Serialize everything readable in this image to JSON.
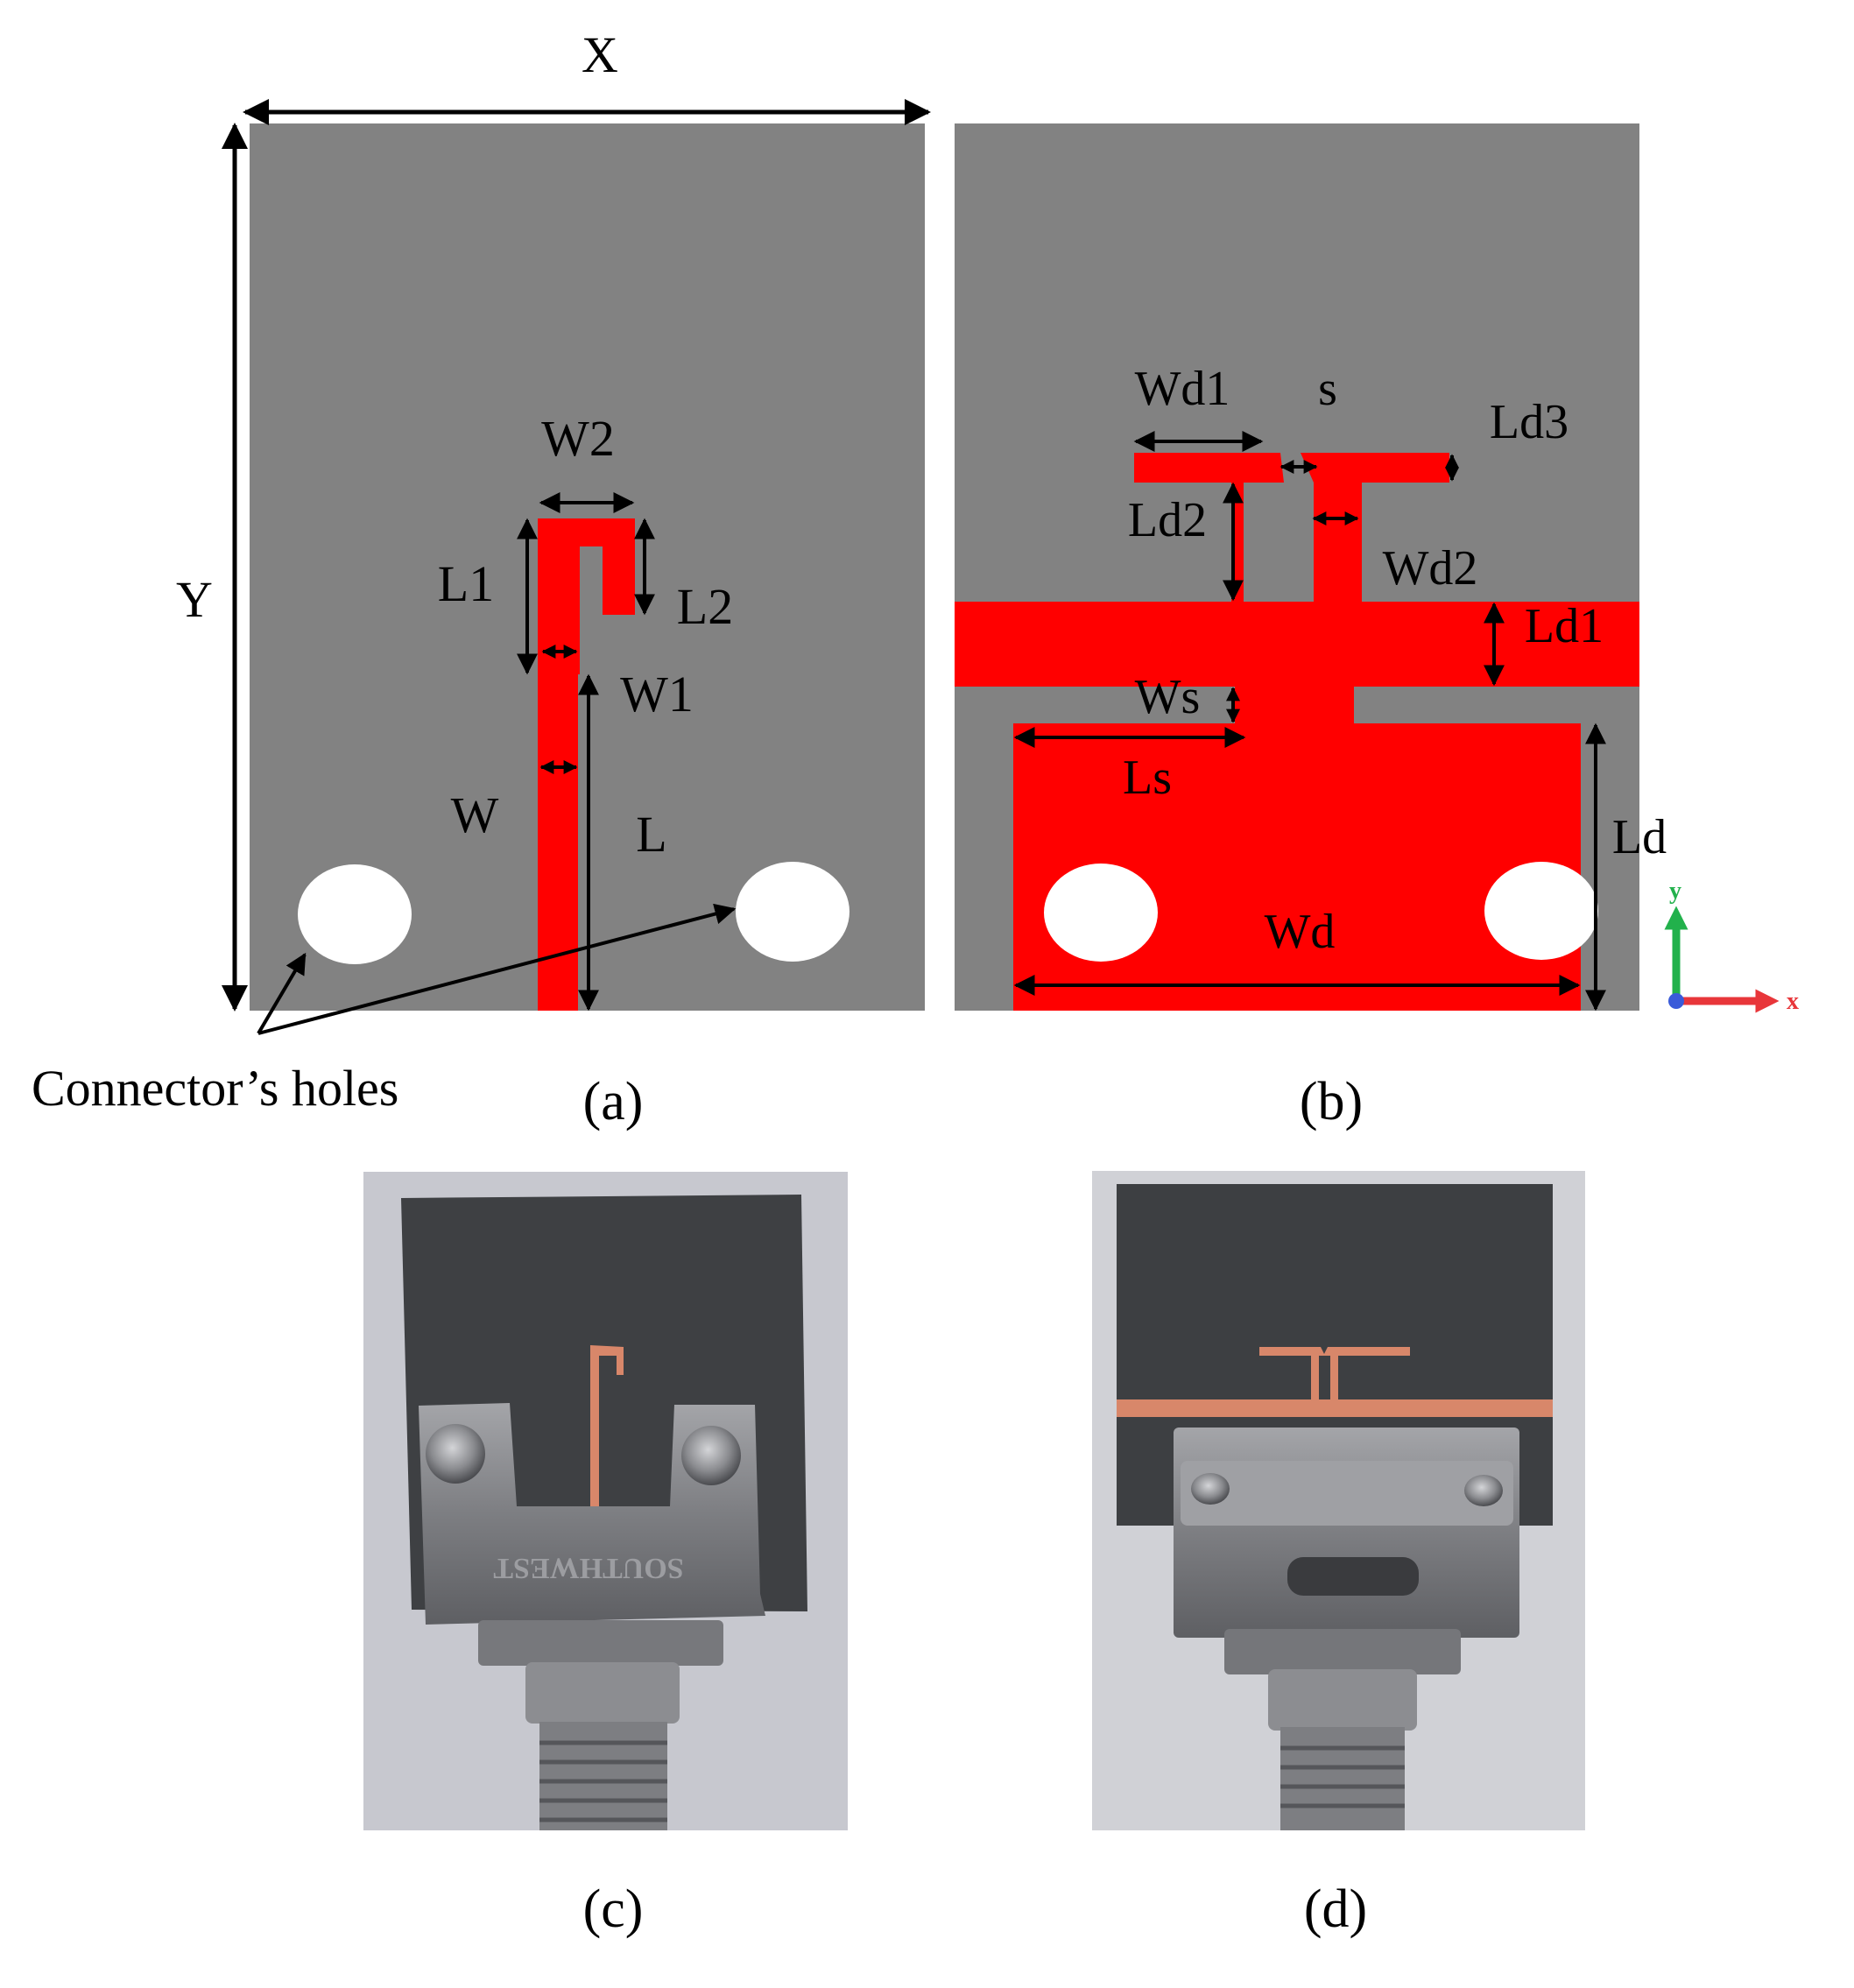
{
  "colors": {
    "substrate": "#828282",
    "copper_red": "#ff0000",
    "hole": "#ffffff",
    "arrow": "#000000",
    "axis_y": "#22b14c",
    "axis_x": "#e8363a",
    "axis_z": "#3a5bd9",
    "photo_bg": "#c7c8cf",
    "board_dark": "#3e4043",
    "copper_photo": "#d8876a",
    "metal": "#8b8c90"
  },
  "panel_a": {
    "caption": "(a)",
    "dims": {
      "X": "X",
      "Y": "Y",
      "W2": "W2",
      "L1": "L1",
      "L2": "L2",
      "W1": "W1",
      "W": "W",
      "L": "L"
    },
    "callout": "Connector’s holes"
  },
  "panel_b": {
    "caption": "(b)",
    "dims": {
      "Wd1": "Wd1",
      "s": "s",
      "Ld3": "Ld3",
      "Ld2": "Ld2",
      "Wd2": "Wd2",
      "Ld1": "Ld1",
      "Ws": "Ws",
      "Ls": "Ls",
      "Ld": "Ld",
      "Wd": "Wd"
    },
    "axes": {
      "y": "y",
      "x": "x"
    }
  },
  "panel_c": {
    "caption": "(c)",
    "connector_text": "SOUTHWEST"
  },
  "panel_d": {
    "caption": "(d)"
  }
}
